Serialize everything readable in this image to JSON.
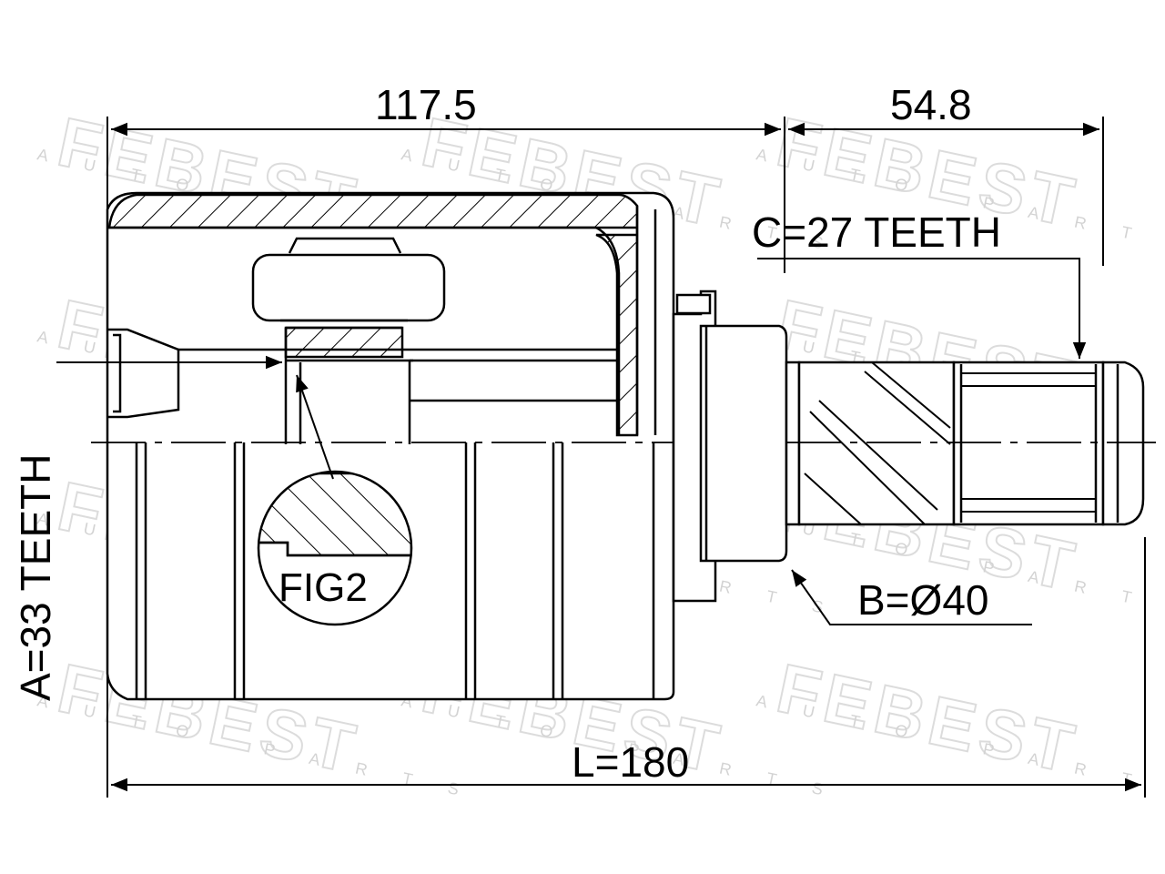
{
  "dimensions": {
    "housing_length": "117.5",
    "spline_length": "54.8",
    "overall_length": "L=180"
  },
  "callouts": {
    "outer_spline": "C=27 TEETH",
    "inner_spline": "A=33 TEETH",
    "seal_diameter": "B=Ø40",
    "detail": "FIG2"
  },
  "watermark": {
    "brand": "FEBEST",
    "tagline": "AUTO PARTS"
  }
}
